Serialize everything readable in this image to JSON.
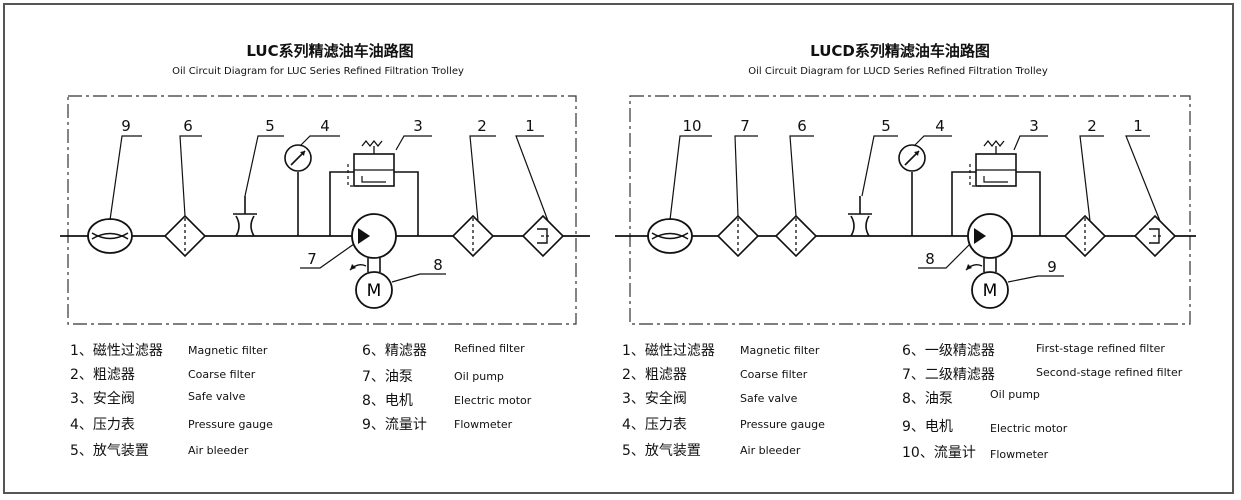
{
  "left": {
    "title": "LUC系列精滤油车油路图",
    "subtitle": "Oil Circuit Diagram for LUC Series Refined Filtration Trolley",
    "numbers": [
      "9",
      "6",
      "5",
      "4",
      "3",
      "2",
      "1",
      "7",
      "8"
    ],
    "legend": [
      {
        "cn": "1、磁性过滤器",
        "en": "Magnetic filter"
      },
      {
        "cn": "2、粗滤器",
        "en": "Coarse filter"
      },
      {
        "cn": "3、安全阀",
        "en": "Safe valve"
      },
      {
        "cn": "4、压力表",
        "en": "Pressure gauge"
      },
      {
        "cn": "5、放气装置",
        "en": "Air bleeder"
      },
      {
        "cn": "6、精滤器",
        "en": "Refined filter"
      },
      {
        "cn": "7、油泵",
        "en": "Oil pump"
      },
      {
        "cn": "8、电机",
        "en": "Electric motor"
      },
      {
        "cn": "9、流量计",
        "en": "Flowmeter"
      }
    ]
  },
  "right": {
    "title": "LUCD系列精滤油车油路图",
    "subtitle": "Oil Circuit Diagram for LUCD Series Refined Filtration Trolley",
    "numbers": [
      "10",
      "7",
      "6",
      "5",
      "4",
      "3",
      "2",
      "1",
      "8",
      "9"
    ],
    "legend": [
      {
        "cn": "1、磁性过滤器",
        "en": "Magnetic filter"
      },
      {
        "cn": "2、粗滤器",
        "en": "Coarse filter"
      },
      {
        "cn": "3、安全阀",
        "en": "Safe valve"
      },
      {
        "cn": "4、压力表",
        "en": "Pressure gauge"
      },
      {
        "cn": "5、放气装置",
        "en": "Air bleeder"
      },
      {
        "cn": "6、一级精滤器",
        "en": "First-stage refined filter"
      },
      {
        "cn": "7、二级精滤器",
        "en": "Second-stage refined filter"
      },
      {
        "cn": "8、油泵",
        "en": "Oil pump"
      },
      {
        "cn": "9、电机",
        "en": "Electric motor"
      },
      {
        "cn": "10、流量计",
        "en": "Flowmeter"
      }
    ]
  },
  "colors": {
    "line": "#111111",
    "frame": "#555555"
  }
}
